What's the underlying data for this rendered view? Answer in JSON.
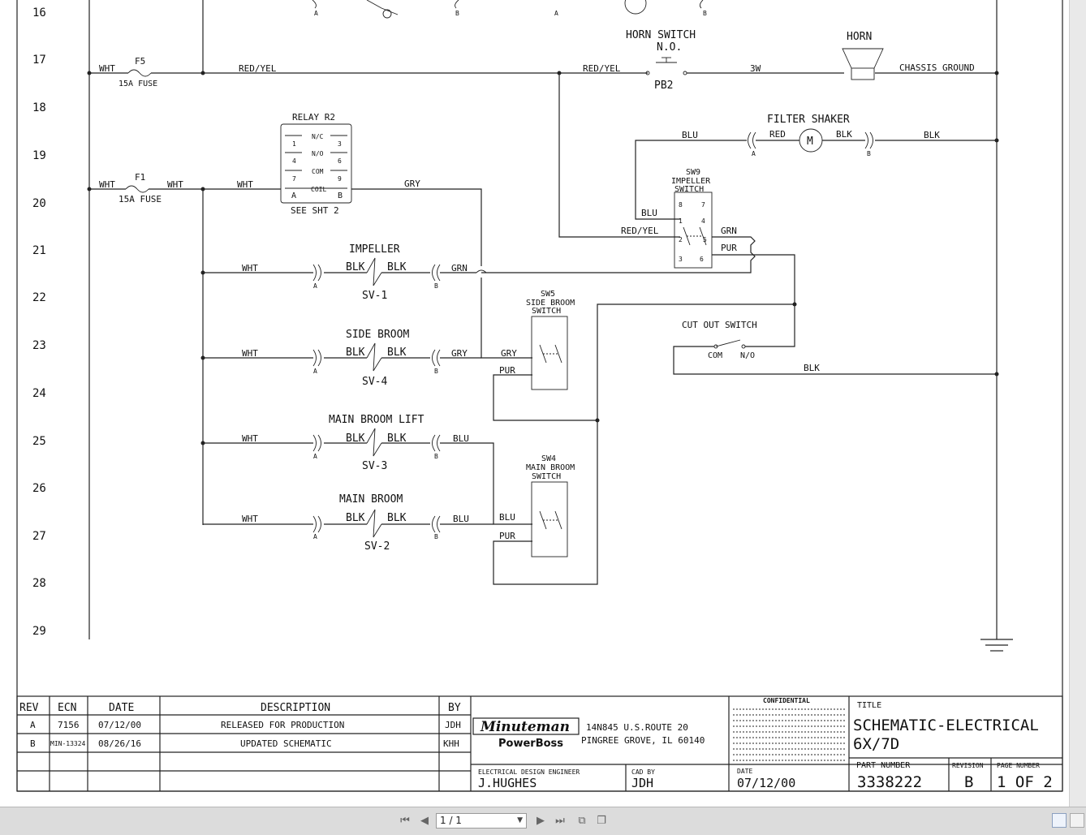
{
  "rows": [
    "16",
    "17",
    "18",
    "19",
    "20",
    "21",
    "22",
    "23",
    "24",
    "25",
    "26",
    "27",
    "28",
    "29"
  ],
  "schematic": {
    "top_labels": {
      "a1": "A",
      "b1": "B",
      "a2": "A",
      "b2": "B"
    },
    "horn_switch": {
      "title": "HORN SWITCH",
      "no": "N.O.",
      "id": "PB2"
    },
    "horn": {
      "title": "HORN",
      "ground": "CHASSIS GROUND",
      "wire": "3W"
    },
    "f5": {
      "wire_in": "WHT",
      "id": "F5",
      "rating": "15A FUSE",
      "wire_out": "RED/YEL",
      "wire_out2": "RED/YEL"
    },
    "relay": {
      "title": "RELAY R2",
      "nc": "N/C",
      "no": "N/O",
      "com": "COM",
      "coil": "COIL",
      "pins": [
        "1",
        "3",
        "4",
        "6",
        "7",
        "9",
        "A",
        "B"
      ],
      "see": "SEE SHT 2"
    },
    "f1": {
      "wire_in": "WHT",
      "id": "F1",
      "wire_out": "WHT",
      "rating": "15A FUSE",
      "wire_relay": "WHT",
      "gry": "GRY"
    },
    "filter_shaker": {
      "title": "FILTER SHAKER",
      "blu": "BLU",
      "red": "RED",
      "blk": "BLK",
      "blk2": "BLK",
      "motor": "M",
      "a": "A",
      "b": "B"
    },
    "sw9": {
      "id": "SW9",
      "name1": "IMPELLER",
      "name2": "SWITCH",
      "blu": "BLU",
      "redyel": "RED/YEL",
      "grn": "GRN",
      "pur": "PUR",
      "p8": "8",
      "p7": "7",
      "p1": "1",
      "p4": "4",
      "p2": "2",
      "p5": "5",
      "p3": "3",
      "p6": "6"
    },
    "impeller": {
      "title": "IMPELLER",
      "wht": "WHT",
      "blk1": "BLK",
      "blk2": "BLK",
      "grn": "GRN",
      "sv": "SV-1",
      "a": "A",
      "b": "B"
    },
    "side_broom": {
      "title": "SIDE BROOM",
      "wht": "WHT",
      "blk1": "BLK",
      "blk2": "BLK",
      "gry": "GRY",
      "sv": "SV-4",
      "a": "A",
      "b": "B"
    },
    "main_broom_lift": {
      "title": "MAIN BROOM LIFT",
      "wht": "WHT",
      "blk1": "BLK",
      "blk2": "BLK",
      "blu": "BLU",
      "sv": "SV-3",
      "a": "A",
      "b": "B"
    },
    "main_broom": {
      "title": "MAIN BROOM",
      "wht": "WHT",
      "blk1": "BLK",
      "blk2": "BLK",
      "blu": "BLU",
      "sv": "SV-2",
      "a": "A",
      "b": "B"
    },
    "sw5": {
      "id": "SW5",
      "name1": "SIDE BROOM",
      "name2": "SWITCH",
      "gry": "GRY",
      "pur": "PUR"
    },
    "sw4": {
      "id": "SW4",
      "name1": "MAIN BROOM",
      "name2": "SWITCH",
      "blu": "BLU",
      "pur": "PUR"
    },
    "cutout": {
      "title": "CUT OUT SWITCH",
      "com": "COM",
      "no": "N/O",
      "blk": "BLK"
    }
  },
  "title_block": {
    "headers": {
      "rev": "REV",
      "ecn": "ECN",
      "date": "DATE",
      "desc": "DESCRIPTION",
      "by": "BY"
    },
    "revisions": [
      {
        "rev": "A",
        "ecn": "7156",
        "date": "07/12/00",
        "desc": "RELEASED FOR PRODUCTION",
        "by": "JDH"
      },
      {
        "rev": "B",
        "ecn": "MIN-13324",
        "date": "08/26/16",
        "desc": "UPDATED SCHEMATIC",
        "by": "KHH"
      }
    ],
    "company": "Minuteman",
    "brand": "PowerBoss",
    "address1": "14N845 U.S.ROUTE 20",
    "address2": "PINGREE GROVE, IL 60140",
    "confidential": "CONFIDENTIAL",
    "title_label": "TITLE",
    "title1": "SCHEMATIC-ELECTRICAL",
    "title2": "6X/7D",
    "engineer_label": "ELECTRICAL DESIGN ENGINEER",
    "engineer": "J.HUGHES",
    "cad_label": "CAD BY",
    "cad": "JDH",
    "date_label": "DATE",
    "date": "07/12/00",
    "part_label": "PART NUMBER",
    "part": "3338222",
    "revision_label": "REVISION",
    "revision": "B",
    "page_label": "PAGE NUMBER",
    "page": "1 OF 2"
  },
  "toolbar": {
    "page": "1 / 1"
  }
}
